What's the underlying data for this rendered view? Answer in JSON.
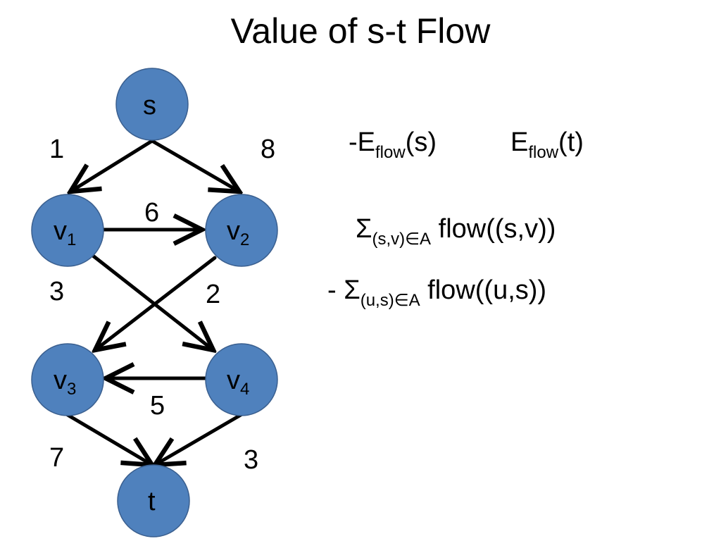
{
  "title": "Value of s-t Flow",
  "colors": {
    "node_fill": "#4f81bd",
    "node_stroke": "#3a5f8f",
    "edge": "#000000"
  },
  "nodes": {
    "s": {
      "label": "s",
      "sub": ""
    },
    "v1": {
      "label": "v",
      "sub": "1"
    },
    "v2": {
      "label": "v",
      "sub": "2"
    },
    "v3": {
      "label": "v",
      "sub": "3"
    },
    "v4": {
      "label": "v",
      "sub": "4"
    },
    "t": {
      "label": "t",
      "sub": ""
    }
  },
  "edges": [
    {
      "from": "s",
      "to": "v1",
      "capacity": "1"
    },
    {
      "from": "s",
      "to": "v2",
      "capacity": "8"
    },
    {
      "from": "v1",
      "to": "v2",
      "capacity": "6"
    },
    {
      "from": "v1",
      "to": "v4",
      "capacity": "3"
    },
    {
      "from": "v2",
      "to": "v3",
      "capacity": "2"
    },
    {
      "from": "v4",
      "to": "v3",
      "capacity": "5"
    },
    {
      "from": "v3",
      "to": "t",
      "capacity": "7"
    },
    {
      "from": "v4",
      "to": "t",
      "capacity": "3"
    }
  ],
  "formulas": {
    "neg_eflow_s": {
      "prefix": "-E",
      "sub": "flow",
      "suffix": "(s)"
    },
    "eflow_t": {
      "prefix": "E",
      "sub": "flow",
      "suffix": "(t)"
    },
    "sum_out": {
      "prefix": "Σ",
      "sub": "(s,v)∈A",
      "suffix": " flow((s,v))"
    },
    "sum_in": {
      "prefix": "- Σ",
      "sub": "(u,s)∈A",
      "suffix": " flow((u,s))"
    }
  }
}
